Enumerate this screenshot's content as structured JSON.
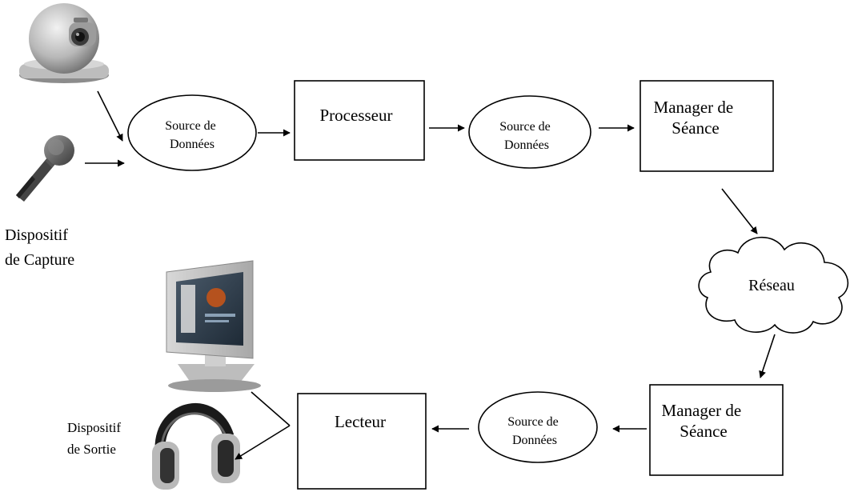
{
  "nodes": {
    "source1": [
      "Source de",
      "Données"
    ],
    "processor": "Processeur",
    "source2": [
      "Source de",
      "Données"
    ],
    "manager1": [
      "Manager de",
      "Séance"
    ],
    "network": "Réseau",
    "manager2": [
      "Manager de",
      "Séance"
    ],
    "source3": [
      "Source de",
      "Données"
    ],
    "reader": "Lecteur"
  },
  "labels": {
    "capture": [
      "Dispositif",
      "de Capture"
    ],
    "output": [
      "Dispositif",
      "de Sortie"
    ]
  },
  "devices": {
    "input": [
      "webcam-icon",
      "microphone-icon"
    ],
    "output": [
      "monitor-icon",
      "headphones-icon"
    ]
  }
}
